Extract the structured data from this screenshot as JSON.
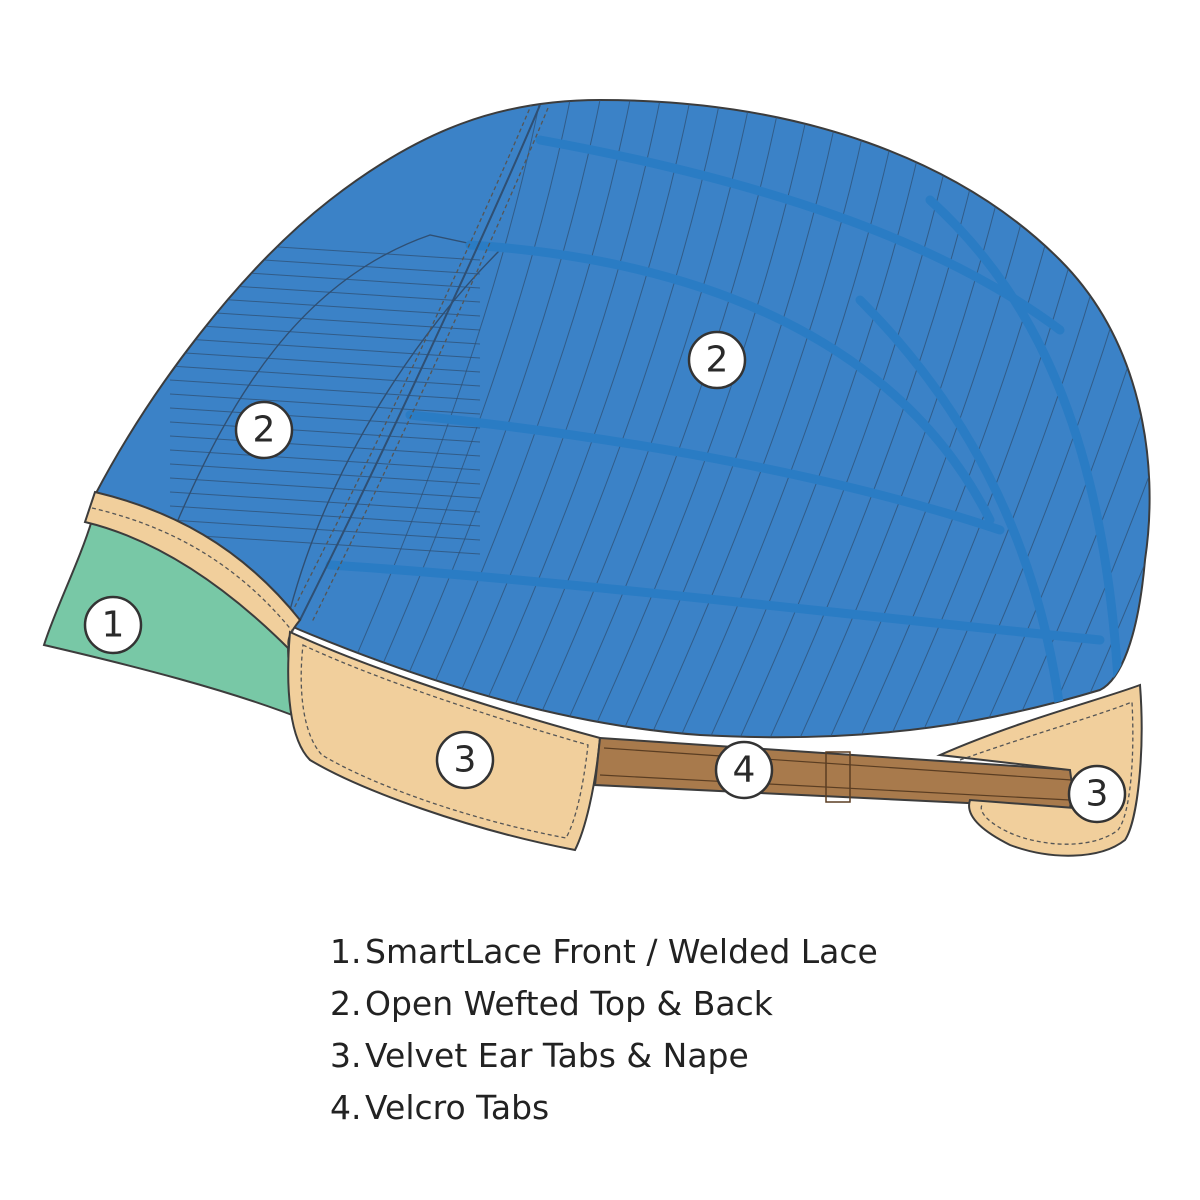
{
  "colors": {
    "cap_blue": "#3b82c7",
    "band_blue": "#2a7cc4",
    "lace_green": "#78c8a6",
    "velvet_tan": "#f1cf9c",
    "velcro_brown": "#a87a4c"
  },
  "badges": {
    "lace_front": "1",
    "wefted_side": "2",
    "wefted_top": "2",
    "ear_tab": "3",
    "velcro": "4",
    "nape": "3"
  },
  "legend": [
    {
      "number": "1.",
      "label": "SmartLace Front / Welded Lace"
    },
    {
      "number": "2.",
      "label": "Open Wefted Top & Back"
    },
    {
      "number": "3.",
      "label": "Velvet Ear Tabs & Nape"
    },
    {
      "number": "4.",
      "label": "Velcro Tabs"
    }
  ]
}
